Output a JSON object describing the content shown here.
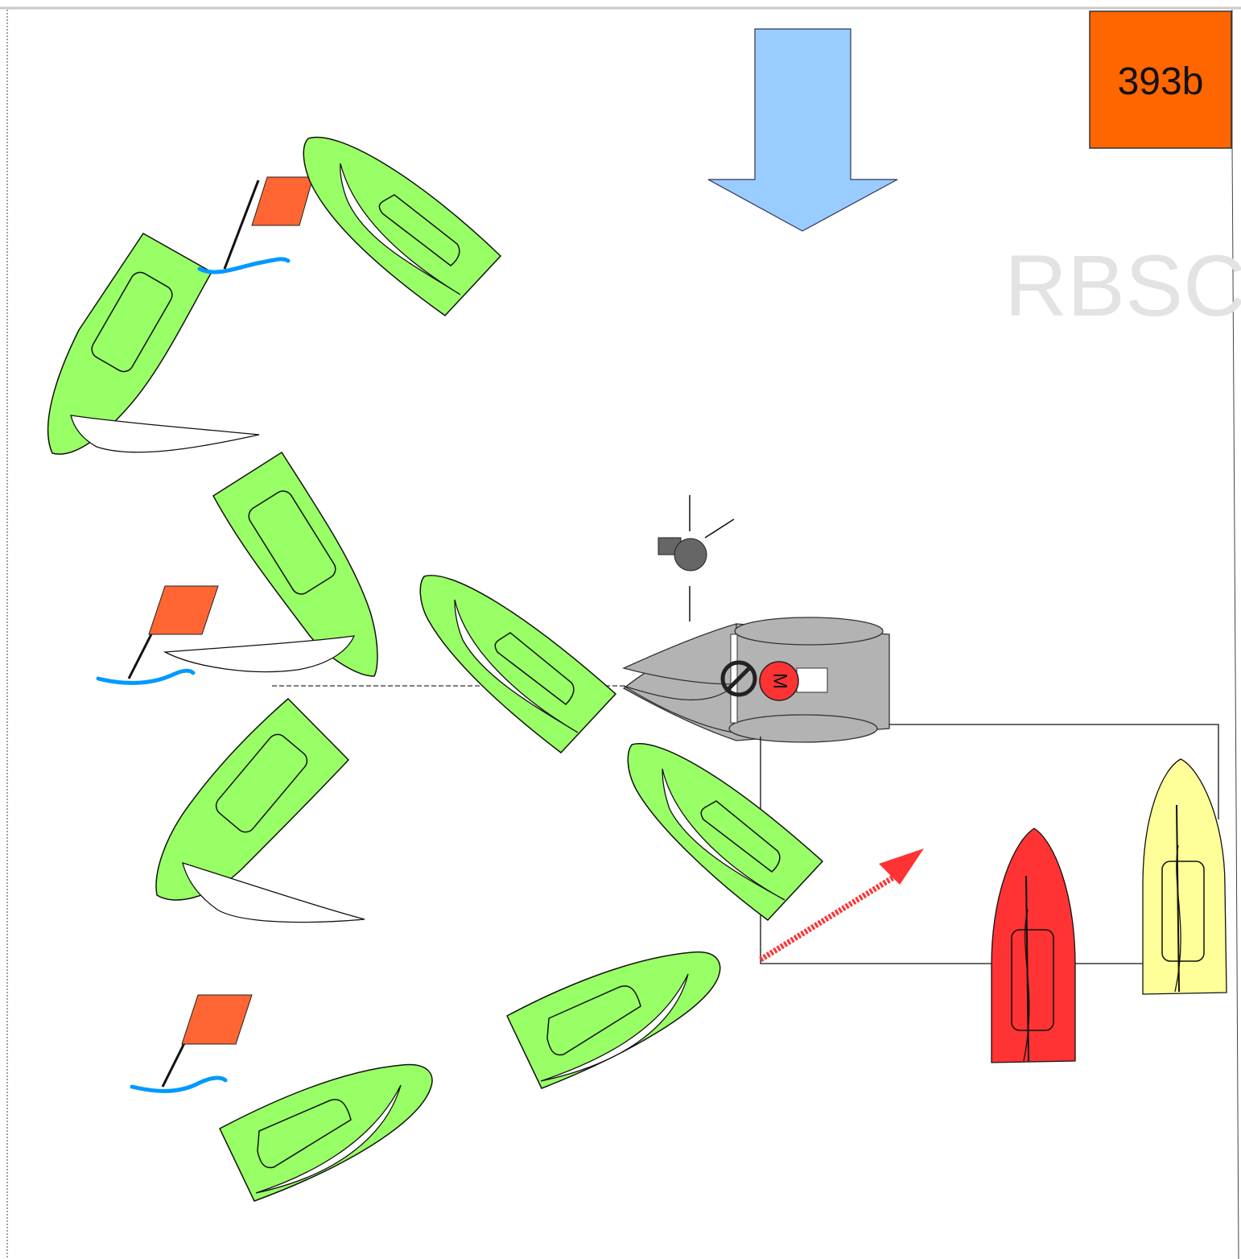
{
  "diagram": {
    "badge": {
      "text": "393b",
      "color": "#ff6600"
    },
    "watermark": {
      "text": "RBSC",
      "color": "#e3e3e3"
    },
    "colors": {
      "hull_green": "#99ff66",
      "hull_red": "#ff3333",
      "hull_yellow": "#ffff99",
      "committee_boat": "#b3b3b3",
      "wind_arrow": "#99ccff",
      "flag": "#ff6633",
      "water": "#0099ff",
      "motion_arrow": "#ff3333",
      "motor_badge": "#ff3333"
    },
    "icons": {
      "wind": "wind-arrow-icon",
      "whistle": "whistle-icon",
      "no_entry": "no-entry-icon",
      "motor": "motor-badge-icon",
      "flag": "mark-flag-icon"
    },
    "motor_badge_label": "M"
  }
}
